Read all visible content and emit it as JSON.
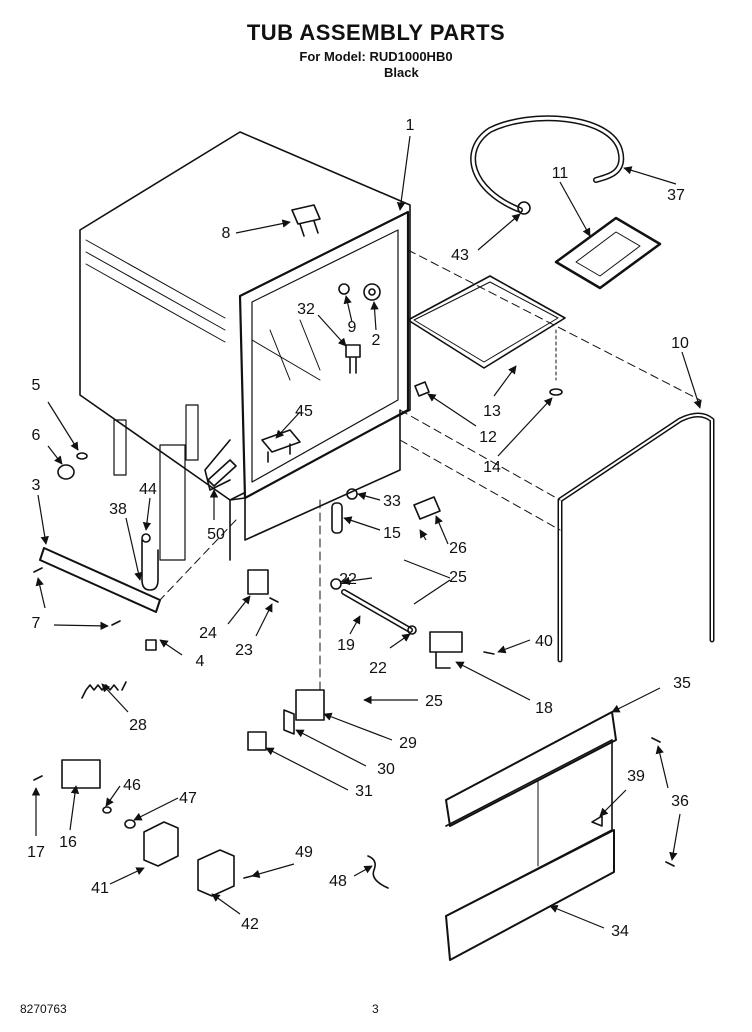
{
  "header": {
    "title": "TUB ASSEMBLY PARTS",
    "model_line": "For Model: RUD1000HB0",
    "color": "Black"
  },
  "footer": {
    "doc_number": "8270763",
    "page_number": "3"
  },
  "callouts": [
    "1",
    "2",
    "3",
    "4",
    "5",
    "6",
    "7",
    "8",
    "9",
    "10",
    "11",
    "12",
    "13",
    "14",
    "15",
    "16",
    "17",
    "18",
    "19",
    "22",
    "22",
    "23",
    "24",
    "25",
    "25",
    "26",
    "28",
    "29",
    "30",
    "31",
    "32",
    "33",
    "34",
    "35",
    "36",
    "37",
    "38",
    "39",
    "40",
    "41",
    "42",
    "43",
    "44",
    "45",
    "46",
    "47",
    "48",
    "49",
    "50"
  ]
}
